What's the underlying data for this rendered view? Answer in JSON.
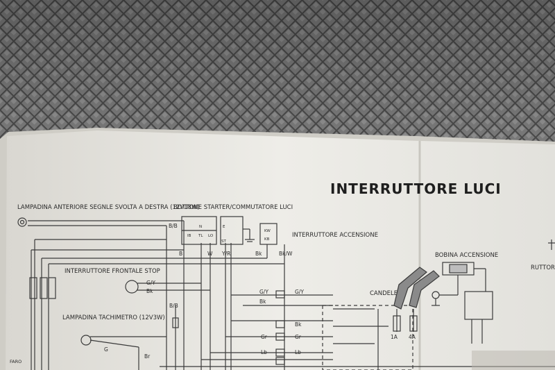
{
  "page": {
    "heading": "INTERRUTTORE LUCI"
  },
  "labels": {
    "turn_lamp": "LAMPADINA ANTERIORE SEGNLE SVOLTA A DESTRA (12V18W)",
    "starter": "BOTTONE STARTER/COMMUTATORE LUCI",
    "ignition_switch": "INTERRUTTORE ACCENSIONE",
    "ignition_coil": "BOBINA ACCENSIONE",
    "stop_switch": "INTERRUTTORE FRONTALE STOP",
    "candele": "CANDELE",
    "speedo_lamp": "LAMPADINA TACHIMETRO (12V3W)",
    "ruttore": "RUTTORE",
    "faro": "FARO"
  },
  "wire_codes": {
    "bb": "B/B",
    "b": "B",
    "w": "W",
    "yr": "Y/R",
    "bk": "Bk",
    "bkw": "Bk/W",
    "gy": "G/Y",
    "g": "G",
    "gr": "Gr",
    "lb": "Lb",
    "br": "Br",
    "b2": "B",
    "a1": "1A",
    "a4": "4A"
  },
  "terminals": {
    "n": "N",
    "e": "E",
    "ib": "IB",
    "tl": "TL",
    "lo": "LO",
    "st": "ST",
    "kw": "KW",
    "ka": "KB"
  },
  "colors": {
    "background_texture": "#5a5a5a",
    "paper": "#ecebe6",
    "ink": "#2a2a2a"
  }
}
